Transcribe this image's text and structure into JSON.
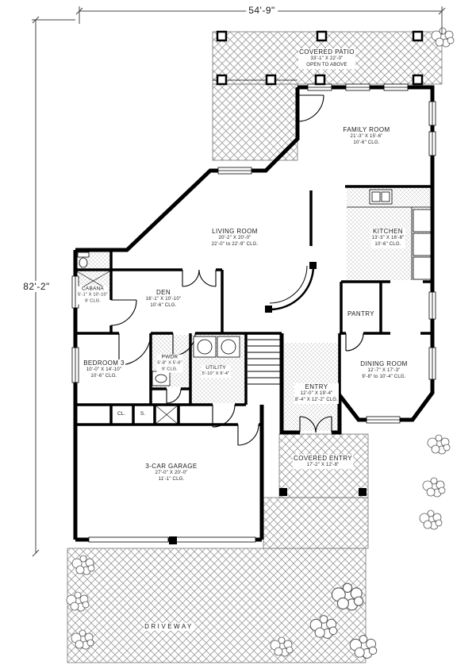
{
  "drawing": {
    "width_dim": "54'-9\"",
    "height_dim": "82'-2\""
  },
  "rooms": {
    "covered_patio": {
      "name": "COVERED PATIO",
      "size": "33'-1\" X 22'-0\"",
      "note": "OPEN TO ABOVE"
    },
    "family_room": {
      "name": "FAMILY ROOM",
      "size": "21'-3\" X 15'-6\"",
      "ceiling": "10'-6\" CLG."
    },
    "living_room": {
      "name": "LIVING ROOM",
      "size": "20'-2\" X 20'-0\"",
      "ceiling": "22'-0\" to 22'-9\" CLG."
    },
    "kitchen": {
      "name": "KITCHEN",
      "size": "13'-3\" X 16'-6\"",
      "ceiling": "10'-6\" CLG."
    },
    "den": {
      "name": "DEN",
      "size": "16'-1\" X 10'-10\"",
      "ceiling": "10'-6\" CLG."
    },
    "cabana": {
      "name": "CABANA",
      "size": "5'-1\" X 10'-10\"",
      "ceiling": "9' CLG."
    },
    "pantry": {
      "name": "PANTRY"
    },
    "bedroom_3": {
      "name": "BEDROOM 3",
      "size": "10'-0\" X 14'-10\"",
      "ceiling": "10'-6\" CLG."
    },
    "powder": {
      "name": "PWDR",
      "size": "5'-8\" X 5'-6\"",
      "ceiling": "9' CLG."
    },
    "utility": {
      "name": "UTILITY",
      "size": "5'-10\" X 9'-4\""
    },
    "entry": {
      "name": "ENTRY",
      "size": "12'-0\" X 19'-4\"",
      "ceiling": "8'-4\" X 12'-2\" CLG."
    },
    "dining_room": {
      "name": "DINING ROOM",
      "size": "12'-7\" X 17'-3\"",
      "ceiling": "9'-8\" to 10'-4\" CLG."
    },
    "covered_entry": {
      "name": "COVERED ENTRY",
      "size": "17'-2\" X 12'-8\""
    },
    "garage": {
      "name": "3-CAR GARAGE",
      "size": "27'-0\" X 20'-0\"",
      "ceiling": "11'-1\" CLG."
    },
    "driveway": {
      "name": "DRIVEWAY"
    },
    "closet": {
      "name": "CL."
    },
    "storage": {
      "name": "S."
    }
  }
}
